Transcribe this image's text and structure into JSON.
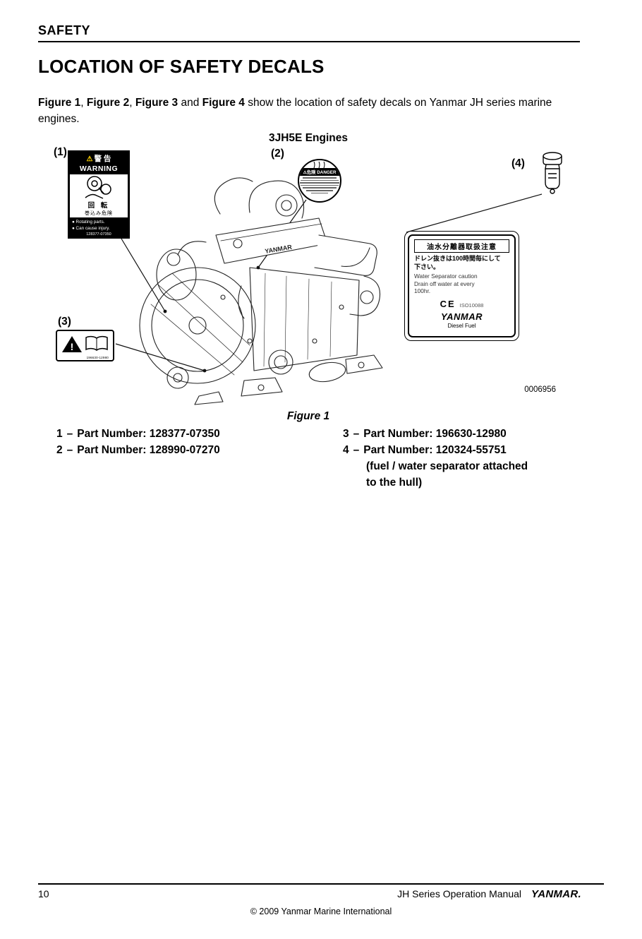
{
  "icons": {
    "warning_triangle": "⚠"
  },
  "page": {
    "section_header": "SAFETY",
    "title": "LOCATION OF SAFETY DECALS",
    "intro": {
      "fig1": "Figure 1",
      "sep1": ", ",
      "fig2": "Figure 2",
      "sep2": ", ",
      "fig3": "Figure 3",
      "sep3": " and ",
      "fig4": "Figure 4",
      "rest": " show the location of safety decals on Yanmar JH series marine engines."
    },
    "figure": {
      "engine_label": "3JH5E Engines",
      "image_number": "0006956",
      "caption": "Figure 1",
      "callout1": "(1)",
      "callout2": "(2)",
      "callout3": "(3)",
      "callout4": "(4)",
      "engine_brand": "YANMAR",
      "decal_warning": {
        "jp_title": "警 告",
        "en_title": "WARNING",
        "jp_rotation": "回 転",
        "jp_hazard": "巻込み危険",
        "line1": "● Rotating parts.",
        "line2": "● Can cause injury.",
        "part_number": "128377-07350"
      },
      "decal_danger": {
        "jp_title": "危険",
        "en_title": "DANGER"
      },
      "decal_manual": {
        "part_number": "196630-12980"
      },
      "decal_separator": {
        "jp_title": "油水分離器取扱注意",
        "jp_line1": "ドレン抜きは100時間毎にして",
        "jp_line2": "下さい。",
        "en_line1": "Water Separator caution",
        "en_line2": "Drain off water at every",
        "en_line3": "100hr.",
        "ce_mark": "CE",
        "iso": "ISO10088",
        "brand": "YANMAR",
        "fuel": "Diesel Fuel"
      }
    },
    "parts": {
      "left": [
        {
          "num": "1",
          "dash": "–",
          "label": "Part Number: 128377-07350"
        },
        {
          "num": "2",
          "dash": "–",
          "label": "Part Number: 128990-07270"
        }
      ],
      "right": [
        {
          "num": "3",
          "dash": "–",
          "label": "Part Number: 196630-12980"
        },
        {
          "num": "4",
          "dash": "–",
          "label": "Part Number: 120324-55751"
        }
      ],
      "note_line1": "(fuel / water separator attached",
      "note_line2": "to the hull)"
    },
    "footer": {
      "page_number": "10",
      "manual_title": "JH Series Operation Manual",
      "brand": "YANMAR.",
      "copyright": "© 2009 Yanmar Marine International"
    }
  }
}
